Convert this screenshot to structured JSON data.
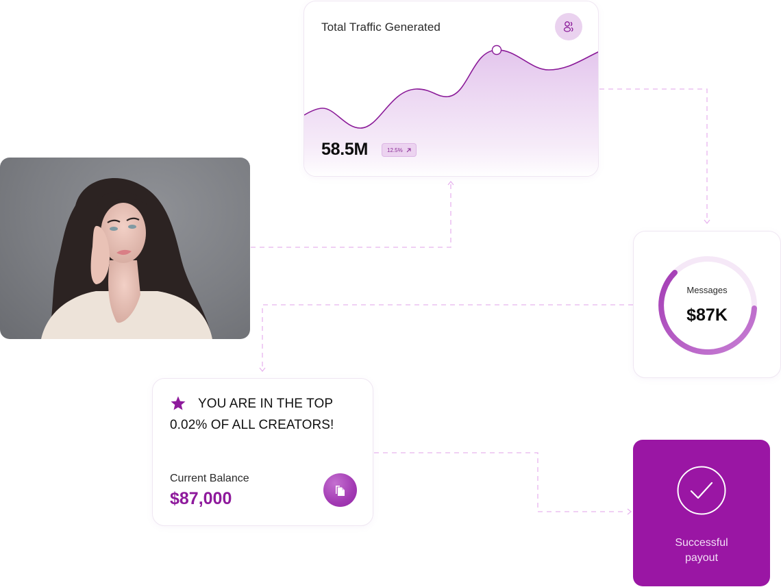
{
  "traffic_card": {
    "title": "Total Traffic Generated",
    "icon": "users-icon",
    "value": "58.5M",
    "change_badge": "12.5%",
    "change_icon": "arrow-up-right-icon"
  },
  "photo_card": {
    "description": "Portrait of a woman with long dark curly hair, hand on cheek, cream blouse, grey background"
  },
  "messages_card": {
    "label": "Messages",
    "value": "$87K",
    "progress_percent": 70
  },
  "creators_card": {
    "icon": "star-icon",
    "headline_line1": "YOU ARE IN THE TOP",
    "headline_line2": "0.02% OF ALL CREATORS!",
    "balance_label": "Current Balance",
    "balance_value": "$87,000",
    "action_icon": "copy-document-icon"
  },
  "payout_card": {
    "icon": "check-circle-icon",
    "label_line1": "Successful",
    "label_line2": "payout"
  },
  "colors": {
    "brand_purple": "#9a16a4",
    "accent_text": "#8e1a9c",
    "chart_line": "#8a1a98",
    "chart_fill": "#e6cbef",
    "connector": "#e7b3ee",
    "badge_bg": "#ecd3f0"
  },
  "chart_data": {
    "type": "area",
    "title": "Total Traffic Generated",
    "x": [
      0,
      1,
      2,
      3,
      4,
      5,
      6,
      7
    ],
    "values": [
      22,
      27,
      12,
      41,
      36,
      63,
      50,
      62
    ],
    "highlight_index": 5,
    "xlabel": "",
    "ylabel": "",
    "grid": false,
    "legend": "none"
  }
}
